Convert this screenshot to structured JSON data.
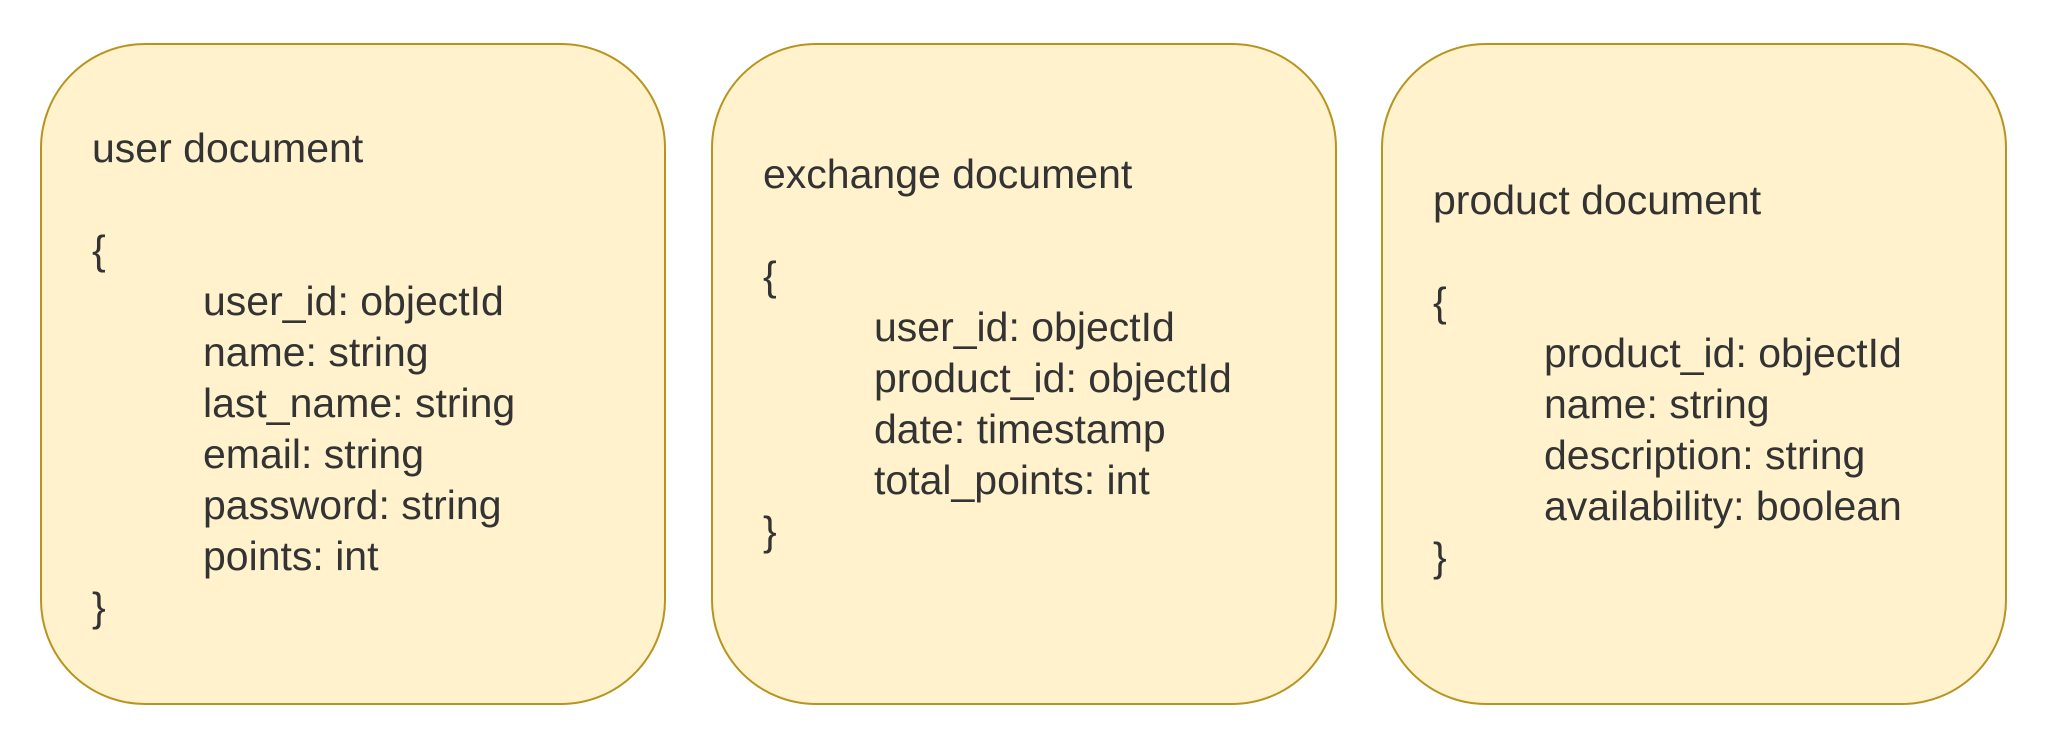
{
  "documents": [
    {
      "title": "user document",
      "open_brace": "{",
      "fields": [
        "user_id: objectId",
        "name: string",
        "last_name: string",
        "email: string",
        "password: string",
        "points: int"
      ],
      "close_brace": "}"
    },
    {
      "title": "exchange document",
      "open_brace": "{",
      "fields": [
        "user_id: objectId",
        "product_id: objectId",
        "date: timestamp",
        "total_points: int"
      ],
      "close_brace": "}"
    },
    {
      "title": "product document",
      "open_brace": "{",
      "fields": [
        "product_id: objectId",
        "name: string",
        "description: string",
        "availability: boolean"
      ],
      "close_brace": "}"
    }
  ],
  "colors": {
    "card_fill": "#fff2cc",
    "card_border": "#b8941f",
    "text": "#333333"
  }
}
